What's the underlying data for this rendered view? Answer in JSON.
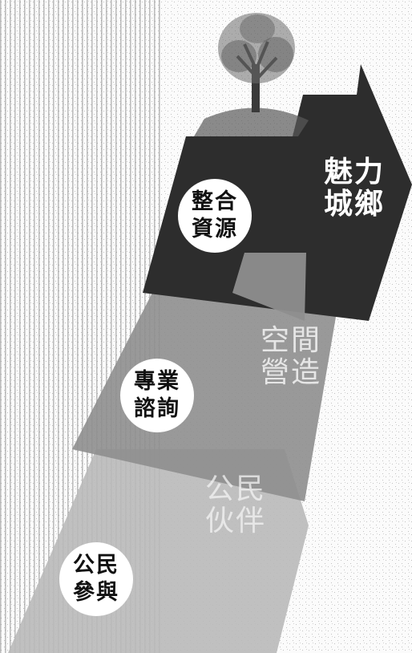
{
  "stages": [
    {
      "circle": [
        "公民",
        "參與"
      ],
      "arrow": [
        "公民",
        "伙伴"
      ]
    },
    {
      "circle": [
        "專業",
        "諮詢"
      ],
      "arrow": [
        "空間",
        "營造"
      ]
    },
    {
      "circle": [
        "整合",
        "資源"
      ],
      "arrow": [
        "魅力",
        "城鄉"
      ]
    }
  ],
  "colors": {
    "background": "#fbfbfb",
    "stripe": "#8a8a8a",
    "band_light": "#b9b9b9",
    "band_mid": "#8e8e8e",
    "band_dark": "#2d2d2d",
    "tree": "#3a3a3a",
    "circle_fill": "#ffffff"
  },
  "icons": [
    "tree-icon"
  ]
}
